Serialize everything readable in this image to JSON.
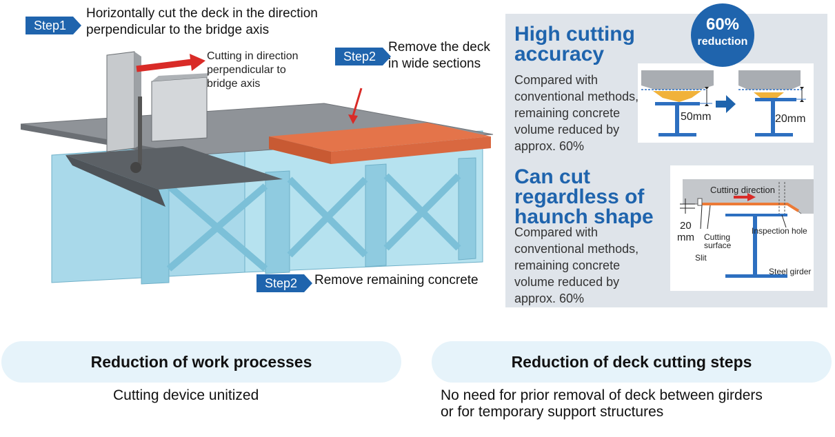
{
  "steps": {
    "step1": {
      "tag": "Step1",
      "line1": "Horizontally cut the deck in the direction",
      "line2": "perpendicular to the bridge axis"
    },
    "step2a": {
      "tag": "Step2",
      "line1": "Remove the deck",
      "line2": "in wide sections"
    },
    "step2b": {
      "tag": "Step2",
      "line1": "Remove remaining concrete"
    }
  },
  "illustration": {
    "cut_label_line1": "Cutting in direction",
    "cut_label_line2": "perpendicular to",
    "cut_label_line3": "bridge axis"
  },
  "panel": {
    "accuracy": {
      "heading_line1": "High cutting",
      "heading_line2": "accuracy",
      "desc_line1": "Compared with",
      "desc_line2": "conventional methods,",
      "desc_line3": "remaining concrete",
      "desc_line4": "volume reduced by",
      "desc_line5": "approx. 60%",
      "badge_value": "60%",
      "badge_label": "reduction",
      "before_mm": "50mm",
      "after_mm": "20mm"
    },
    "haunch": {
      "heading_line1": "Can cut",
      "heading_line2": "regardless of",
      "heading_line3": "haunch shape",
      "desc_line1": "Compared with",
      "desc_line2": "conventional methods,",
      "desc_line3": "remaining concrete",
      "desc_line4": "volume reduced by",
      "desc_line5": "approx. 60%",
      "cutting_direction": "Cutting direction",
      "dim_value": "20",
      "dim_unit": "mm",
      "cutting_surface_line1": "Cutting",
      "cutting_surface_line2": "surface",
      "slit": "Slit",
      "inspection_hole": "Inspection hole",
      "steel_girder": "Steel girder"
    }
  },
  "benefits": [
    {
      "title": "Reduction of work processes",
      "line1": "Cutting device unitized",
      "line2": ""
    },
    {
      "title": "Reduction of deck cutting steps",
      "line1": "No need for prior removal of deck between girders",
      "line2": "or for temporary support structures"
    }
  ],
  "colors": {
    "accent_blue": "#1f64ad",
    "deck_orange": "#e4744a",
    "arrow_red": "#d92b27",
    "panel_bg": "#dfe4ea",
    "pill_bg": "#e6f3fa"
  }
}
